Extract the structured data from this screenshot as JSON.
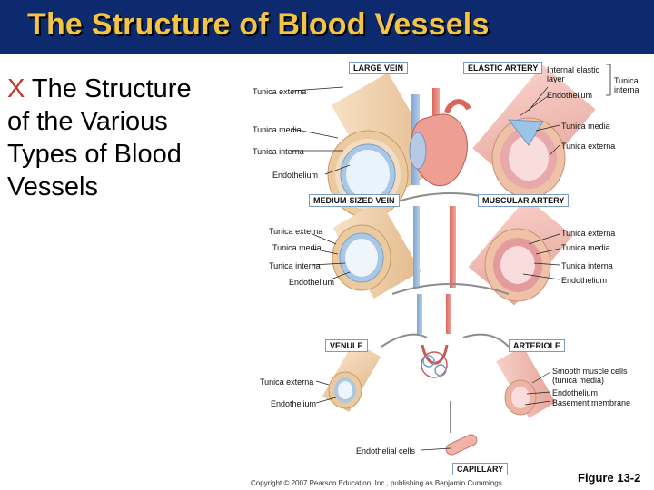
{
  "slide": {
    "title": "The Structure of Blood Vessels",
    "bullet_marker": "X",
    "bullet_lines": [
      "The Structure",
      "of the Various",
      "Types of Blood",
      "Vessels"
    ]
  },
  "figure": {
    "large_vein": {
      "title": "LARGE VEIN",
      "labels": [
        "Tunica externa",
        "Tunica media",
        "Tunica interna",
        "Endothelium"
      ]
    },
    "elastic_artery": {
      "title": "ELASTIC ARTERY",
      "labels": [
        "Internal elastic",
        "layer",
        "Endothelium",
        "Tunica",
        "interna",
        "Tunica media",
        "Tunica externa"
      ]
    },
    "medium_vein": {
      "title": "MEDIUM-SIZED VEIN",
      "labels": [
        "Tunica externa",
        "Tunica media",
        "Tunica interna",
        "Endothelium"
      ]
    },
    "muscular_artery": {
      "title": "MUSCULAR ARTERY",
      "labels": [
        "Tunica externa",
        "Tunica media",
        "Tunica interna",
        "Endothelium"
      ]
    },
    "venule": {
      "title": "VENULE",
      "labels": [
        "Tunica externa",
        "Endothelium"
      ]
    },
    "arteriole": {
      "title": "ARTERIOLE",
      "labels": [
        "Smooth muscle cells",
        "(tunica media)",
        "Endothelium",
        "Basement membrane"
      ]
    },
    "capillary": {
      "title": "CAPILLARY",
      "labels": [
        "Endothelial cells"
      ]
    },
    "copyright": "Copyright © 2007 Pearson Education, Inc., publishing as Benjamin Cummings",
    "figure_number": "Figure 13-2"
  },
  "colors": {
    "title_bar": "#0d2a6e",
    "title_text": "#f4c542",
    "bullet_marker": "#c0392b",
    "box_border": "#7a9cc4"
  }
}
